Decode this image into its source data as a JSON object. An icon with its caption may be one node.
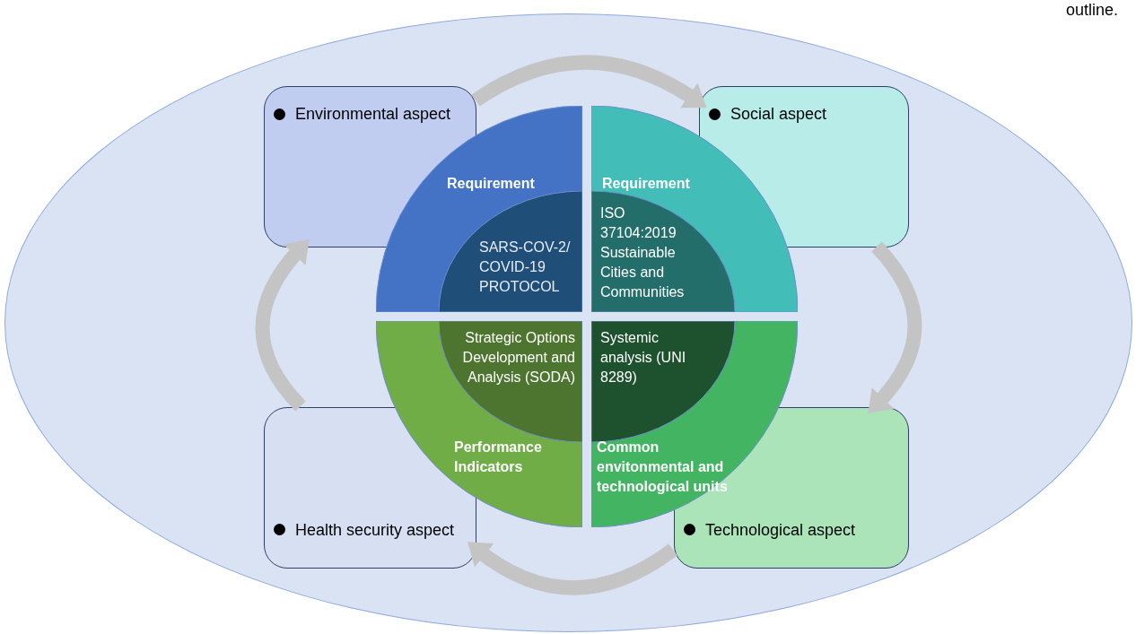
{
  "diagram": {
    "nodes": [
      {
        "text": [],
        "shape": "ellipse"
      },
      {
        "text": [
          "Environmental aspect"
        ],
        "in": 0
      },
      {
        "text": [
          "Social aspect"
        ],
        "in": 0
      },
      {
        "text": [
          "Requirement"
        ],
        "in": 0
      },
      {
        "text": [
          "SARS-COV-2/ COVID-19 PROTOCOL"
        ],
        "in": 3
      },
      {
        "text": [
          "Requirement"
        ],
        "in": 0
      },
      {
        "text": [
          "ISO 37104:2019 Sustainable Cities and Communities"
        ],
        "in": 5
      },
      {
        "text": [
          "Performance Indicators"
        ],
        "in": 0
      },
      {
        "text": [
          "Strategic Options Development and Analysis (SODA)"
        ],
        "in": 7
      },
      {
        "text": [
          "Common envitonmental and technological units"
        ],
        "in": 0
      },
      {
        "text": [
          "Systemic analysis (UNI 8289)"
        ],
        "in": 9
      },
      {
        "text": [
          "Health security aspect"
        ],
        "in": 0
      },
      {
        "text": [
          "Technological aspect"
        ],
        "in": 0
      }
    ],
    "edges": [
      {
        "from": 1,
        "to": 2,
        "arrow": "to"
      },
      {
        "from": 2,
        "to": 12,
        "arrow": "to"
      },
      {
        "from": 12,
        "to": 11,
        "arrow": "to"
      },
      {
        "from": 11,
        "to": 1,
        "arrow": "to"
      }
    ],
    "labels": [
      "outline."
    ]
  }
}
